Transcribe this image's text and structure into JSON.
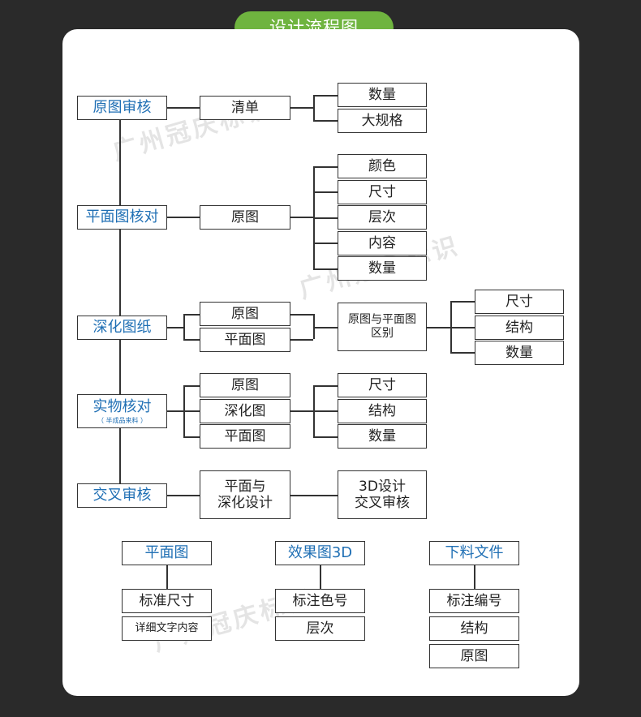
{
  "title": "设计流程图",
  "watermark": "广州冠庆标识",
  "colors": {
    "background": "#2a2a2a",
    "card": "#ffffff",
    "accent": "#6fb43f",
    "stage_text": "#1f6fb4",
    "line": "#333333"
  },
  "stages": {
    "review_original": "原图审核",
    "plan_check": "平面图核对",
    "deepen": "深化图纸",
    "physical_check": "实物核对",
    "physical_check_note": "（ 半成品来料 ）",
    "cross_review": "交叉审核"
  },
  "nodes": {
    "list": "清单",
    "quantity": "数量",
    "large_spec": "大规格",
    "original": "原图",
    "color": "颜色",
    "size": "尺寸",
    "layer": "层次",
    "content": "内容",
    "plan": "平面图",
    "diff": "原图与平面图\n区别",
    "structure": "结构",
    "deepened": "深化图",
    "plan_deep_design": "平面与\n深化设计",
    "design_3d_cross": "3D设计\n交叉审核"
  },
  "bottom": {
    "plan_header": "平面图",
    "effect_header": "效果图3D",
    "file_header": "下料文件",
    "mark_size": "标准尺寸",
    "detail_text": "详细文字内容",
    "mark_color": "标注色号",
    "layer": "层次",
    "mark_number": "标注编号",
    "structure": "结构",
    "original": "原图"
  }
}
